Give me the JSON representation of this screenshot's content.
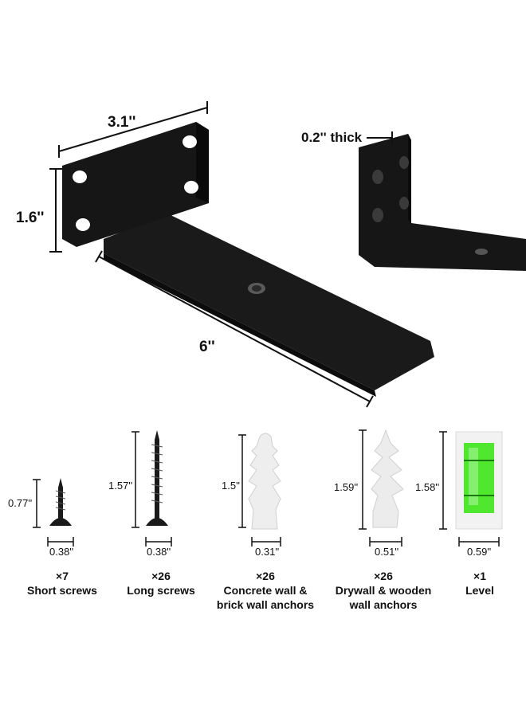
{
  "bracket": {
    "width_label": "3.1''",
    "height_label": "1.6''",
    "length_label": "6''",
    "thickness_label": "0.2'' thick"
  },
  "accessories": [
    {
      "qty": "×7",
      "name": "Short screws",
      "height": "0.77''",
      "width": "0.38''"
    },
    {
      "qty": "×26",
      "name": "Long screws",
      "height": "1.57''",
      "width": "0.38''"
    },
    {
      "qty": "×26",
      "name_line1": "Concrete wall &",
      "name_line2": "brick wall anchors",
      "height": "1.5''",
      "width": "0.31''"
    },
    {
      "qty": "×26",
      "name_line1": "Drywall & wooden",
      "name_line2": "wall anchors",
      "height": "1.59''",
      "width": "0.51''"
    },
    {
      "qty": "×1",
      "name": "Level",
      "height": "1.58''",
      "width": "0.59''"
    }
  ],
  "colors": {
    "bracket": "#151515",
    "anchor": "#eeeeee",
    "level_liquid": "#3ee51a"
  }
}
